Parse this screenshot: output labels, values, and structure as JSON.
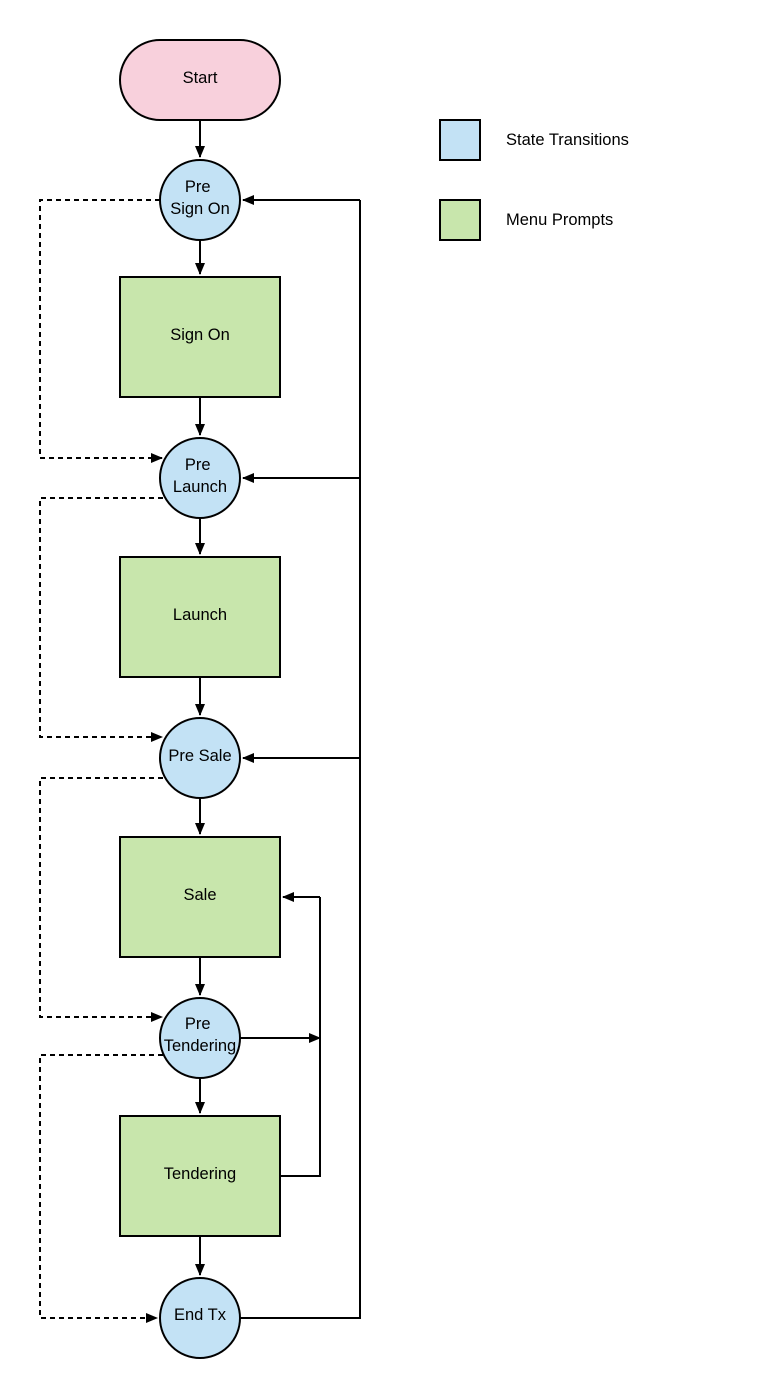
{
  "colors": {
    "terminal": "#F8D0DC",
    "state_transition": "#C3E2F5",
    "menu_prompt": "#C8E6AC",
    "stroke": "#000000"
  },
  "nodes": {
    "start": {
      "label": "Start"
    },
    "pre_sign_on": {
      "line1": "Pre",
      "line2": "Sign On"
    },
    "sign_on": {
      "label": "Sign On"
    },
    "pre_launch": {
      "line1": "Pre",
      "line2": "Launch"
    },
    "launch": {
      "label": "Launch"
    },
    "pre_sale": {
      "label": "Pre Sale"
    },
    "sale": {
      "label": "Sale"
    },
    "pre_tendering": {
      "line1": "Pre",
      "line2": "Tendering"
    },
    "tendering": {
      "label": "Tendering"
    },
    "end_tx": {
      "label": "End Tx"
    }
  },
  "legend": {
    "state_transitions": {
      "label": "State Transitions",
      "color_key": "state_transition"
    },
    "menu_prompts": {
      "label": "Menu Prompts",
      "color_key": "menu_prompt"
    }
  }
}
